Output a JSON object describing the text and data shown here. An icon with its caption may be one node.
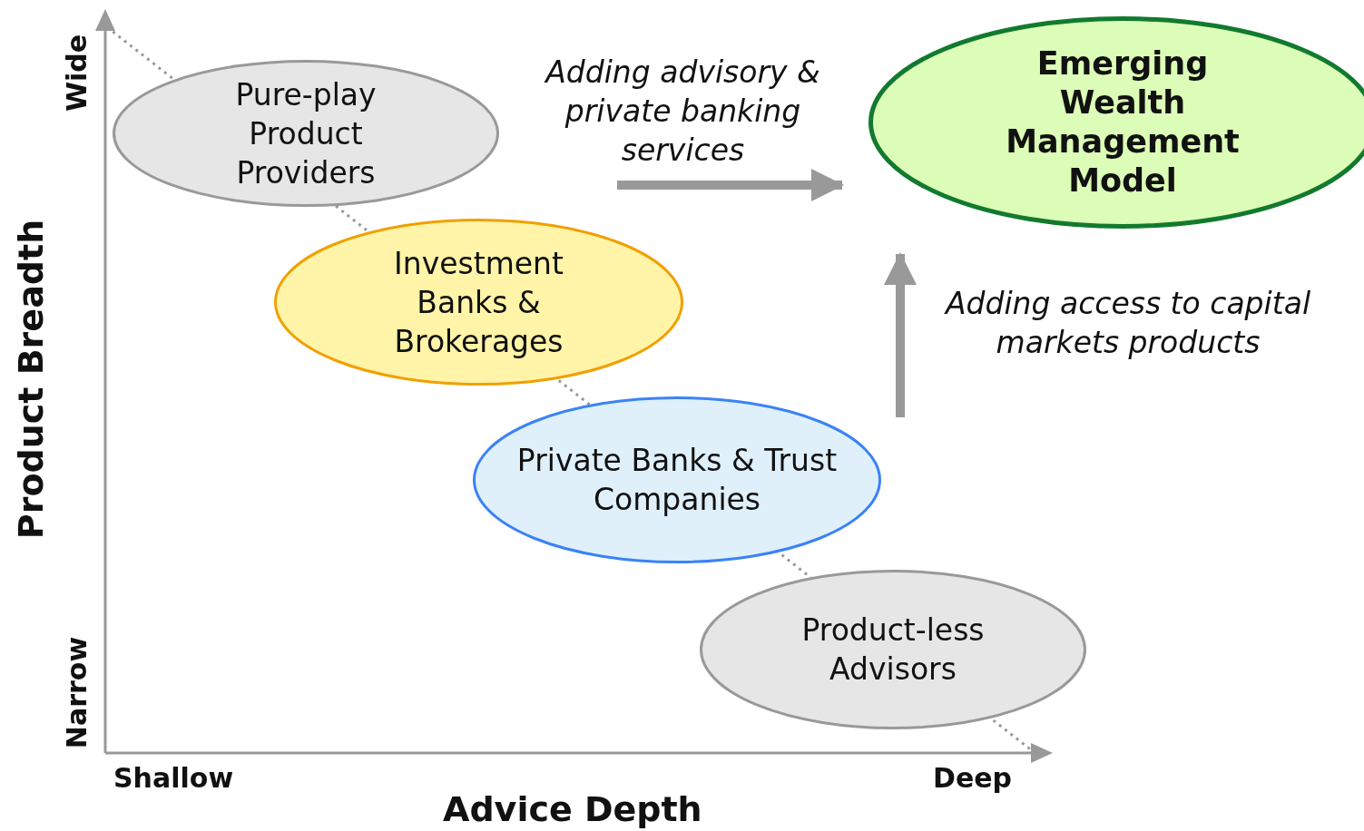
{
  "diagram": {
    "nodes": [
      {
        "text": [
          "Pure-play Product Providers"
        ]
      },
      {
        "text": [
          "Emerging Wealth Management Model"
        ]
      },
      {
        "text": [
          "Investment Banks & Brokerages"
        ]
      },
      {
        "text": [
          "Private Banks & Trust Companies"
        ]
      },
      {
        "text": [
          "Product-less Advisors"
        ]
      }
    ],
    "edges": [
      {
        "from": null,
        "to": 1,
        "arrow": "to",
        "label": "Adding advisory & private banking services"
      },
      {
        "from": null,
        "to": 1,
        "arrow": "to",
        "label": "Adding access to capital markets products"
      }
    ],
    "labels": [
      "Wide",
      "Product Breadth",
      "Narrow",
      "Shallow",
      "Deep",
      "Advice Depth"
    ]
  }
}
